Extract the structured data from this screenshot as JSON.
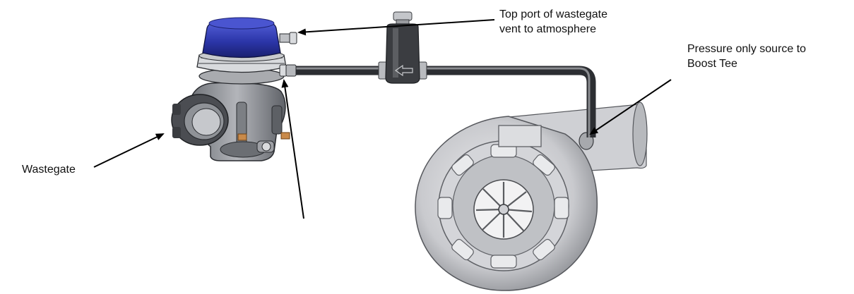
{
  "labels": {
    "top_port": "Top port of wastegate\nvent to atmosphere",
    "pressure_source": "Pressure only source to\nBoost Tee",
    "wastegate": "Wastegate"
  },
  "colors": {
    "wastegate_cap": "#2b35a8",
    "wastegate_cap_top": "#4a55d0",
    "metal": "#8a8d93",
    "metal_light": "#d6d8dc",
    "dark": "#3a3c40",
    "turbo_body": "#c9cace",
    "turbo_shade": "#9ea0a5",
    "brass": "#c98a4a"
  }
}
